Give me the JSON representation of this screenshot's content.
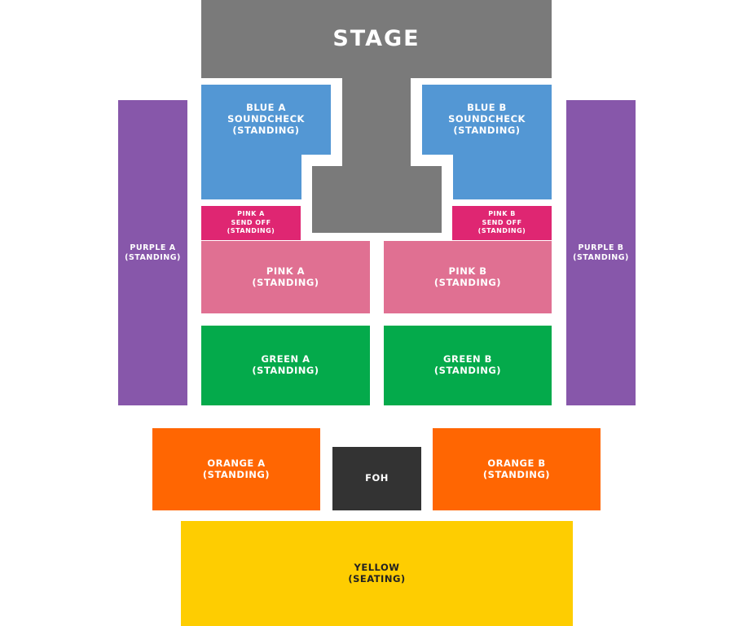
{
  "colors": {
    "stage": "#7a7a7a",
    "blue": "#5397d4",
    "purple": "#8757aa",
    "pink_dark": "#df2672",
    "pink": "#e07092",
    "green": "#04aa4b",
    "orange": "#ff6602",
    "foh": "#333333",
    "yellow": "#fecd01"
  },
  "stage": {
    "title": "STAGE"
  },
  "zones": {
    "blue_a": {
      "line1": "BLUE A",
      "line2": "SOUNDCHECK",
      "line3": "(STANDING)"
    },
    "blue_b": {
      "line1": "BLUE B",
      "line2": "SOUNDCHECK",
      "line3": "(STANDING)"
    },
    "purple_a": {
      "line1": "PURPLE A",
      "line2": "(STANDING)"
    },
    "purple_b": {
      "line1": "PURPLE B",
      "line2": "(STANDING)"
    },
    "pink_a_send_off": {
      "line1": "PINK A",
      "line2": "SEND OFF",
      "line3": "(STANDING)"
    },
    "pink_b_send_off": {
      "line1": "PINK B",
      "line2": "SEND OFF",
      "line3": "(STANDING)"
    },
    "pink_a": {
      "line1": "PINK A",
      "line2": "(STANDING)"
    },
    "pink_b": {
      "line1": "PINK B",
      "line2": "(STANDING)"
    },
    "green_a": {
      "line1": "GREEN A",
      "line2": "(STANDING)"
    },
    "green_b": {
      "line1": "GREEN B",
      "line2": "(STANDING)"
    },
    "orange_a": {
      "line1": "ORANGE A",
      "line2": "(STANDING)"
    },
    "orange_b": {
      "line1": "ORANGE B",
      "line2": "(STANDING)"
    },
    "foh": {
      "line1": "FOH"
    },
    "yellow": {
      "line1": "YELLOW",
      "line2": "(SEATING)"
    }
  }
}
